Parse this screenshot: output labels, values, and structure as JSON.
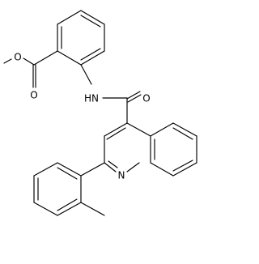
{
  "molecule": {
    "atom_labels": {
      "ester_o_single": "O",
      "ester_o_double": "O",
      "amide_nh": "HN",
      "amide_o": "O",
      "quinoline_n": "N"
    }
  },
  "colors": {
    "background": "#ffffff",
    "bond": "#000000",
    "label": "#000000"
  }
}
